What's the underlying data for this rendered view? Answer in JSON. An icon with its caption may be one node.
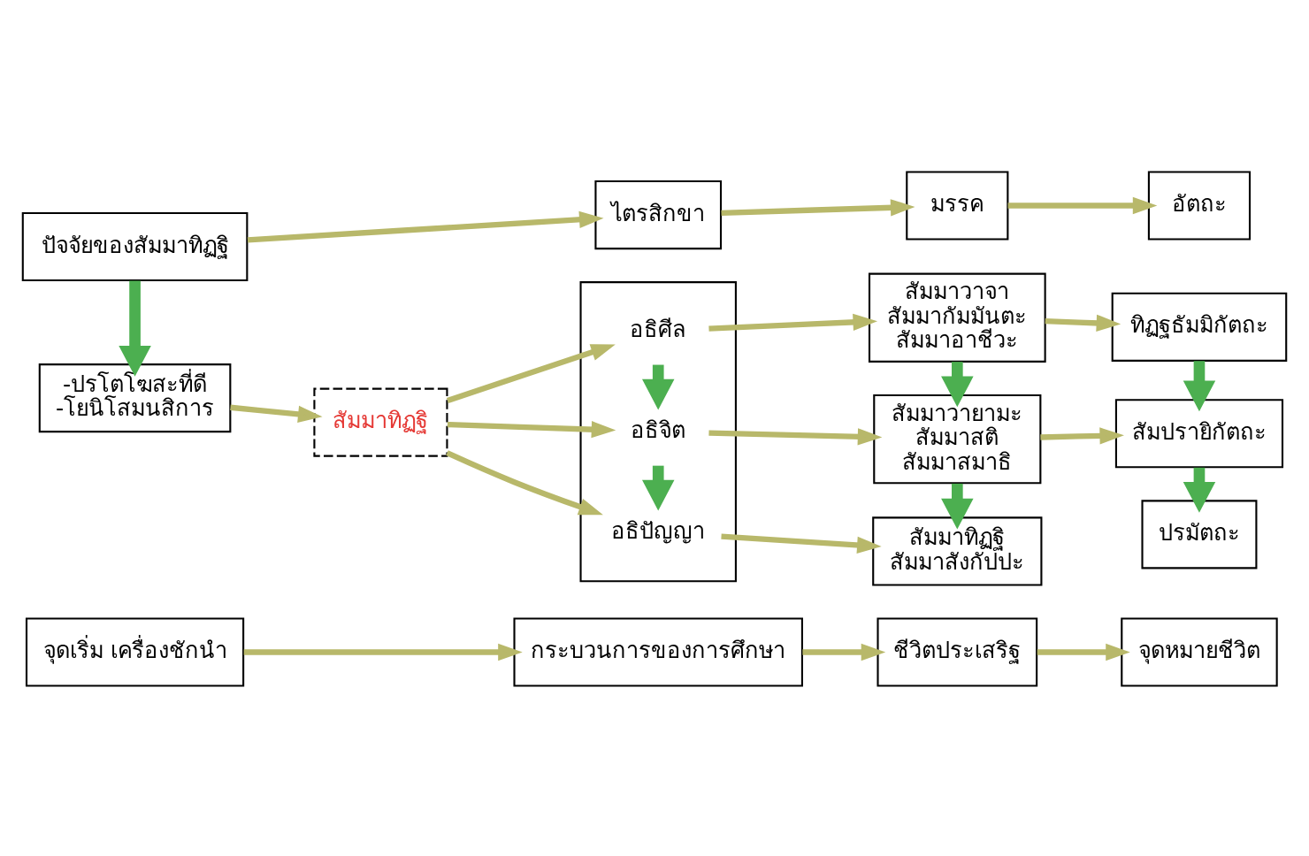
{
  "diagram": {
    "nodes": [
      {
        "text": [
          "จุดเริ่ม เครื่องชักนำ"
        ]
      },
      {
        "text": [
          "กระบวนการของการศึกษา"
        ]
      },
      {
        "text": [
          "ชีวิตประเสริฐ"
        ]
      },
      {
        "text": [
          "จุดหมายชีวิต"
        ]
      },
      {
        "text": [
          "ปัจจัยของสัมมาทิฏฐิ"
        ]
      },
      {
        "text": [
          "ไตรสิกขา"
        ]
      },
      {
        "text": [
          "มรรค"
        ]
      },
      {
        "text": [
          "อัตถะ"
        ]
      },
      {
        "text": [
          "-ปรโตโฆสะที่ดี",
          "-โยนิโสมนสิการ"
        ]
      },
      {
        "text": [
          "สัมมาทิฏฐิ"
        ]
      },
      {
        "text": [],
        "shape": "box"
      },
      {
        "text": [
          "อธิศีล"
        ],
        "in": 10
      },
      {
        "text": [
          "อธิจิต"
        ],
        "in": 10
      },
      {
        "text": [
          "อธิปัญญา"
        ],
        "in": 10
      },
      {
        "text": [
          "สัมมาวาจา",
          "สัมมากัมมันตะ",
          "สัมมาอาชีวะ"
        ]
      },
      {
        "text": [
          "สัมมาวายามะ",
          "สัมมาสติ",
          "สัมมาสมาธิ"
        ]
      },
      {
        "text": [
          "สัมมาทิฏฐิ",
          "สัมมาสังกัปปะ"
        ]
      },
      {
        "text": [
          "ทิฏฐธัมมิกัตถะ"
        ]
      },
      {
        "text": [
          "สัมปรายิกัตถะ"
        ]
      },
      {
        "text": [
          "ปรมัตถะ"
        ]
      }
    ],
    "edges": [
      {
        "from": 0,
        "to": 1,
        "arrow": "to"
      },
      {
        "from": 1,
        "to": 2,
        "arrow": "to"
      },
      {
        "from": 2,
        "to": 3,
        "arrow": "to"
      },
      {
        "from": 4,
        "to": 5,
        "arrow": "to"
      },
      {
        "from": 5,
        "to": 6,
        "arrow": "to"
      },
      {
        "from": 6,
        "to": 7,
        "arrow": "to"
      },
      {
        "from": 4,
        "to": 8,
        "arrow": "to",
        "style": "thick",
        "color": "#4caf50"
      },
      {
        "from": 8,
        "to": 9,
        "arrow": "to"
      },
      {
        "from": 9,
        "to": 11,
        "arrow": "to"
      },
      {
        "from": 9,
        "to": 12,
        "arrow": "to"
      },
      {
        "from": 9,
        "to": 13,
        "arrow": "to"
      },
      {
        "from": 11,
        "to": 12,
        "arrow": "to",
        "style": "thick",
        "color": "#4caf50"
      },
      {
        "from": 12,
        "to": 13,
        "arrow": "to",
        "style": "thick",
        "color": "#4caf50"
      },
      {
        "from": 11,
        "to": 14,
        "arrow": "to"
      },
      {
        "from": 12,
        "to": 15,
        "arrow": "to"
      },
      {
        "from": 13,
        "to": 16,
        "arrow": "to"
      },
      {
        "from": 14,
        "to": 15,
        "arrow": "to",
        "style": "thick",
        "color": "#4caf50"
      },
      {
        "from": 15,
        "to": 16,
        "arrow": "to",
        "style": "thick",
        "color": "#4caf50"
      },
      {
        "from": 14,
        "to": 17,
        "arrow": "to"
      },
      {
        "from": 15,
        "to": 18,
        "arrow": "to"
      },
      {
        "from": 17,
        "to": 18,
        "arrow": "to",
        "style": "thick",
        "color": "#4caf50"
      },
      {
        "from": 18,
        "to": 19,
        "arrow": "to",
        "style": "thick",
        "color": "#4caf50"
      }
    ]
  }
}
